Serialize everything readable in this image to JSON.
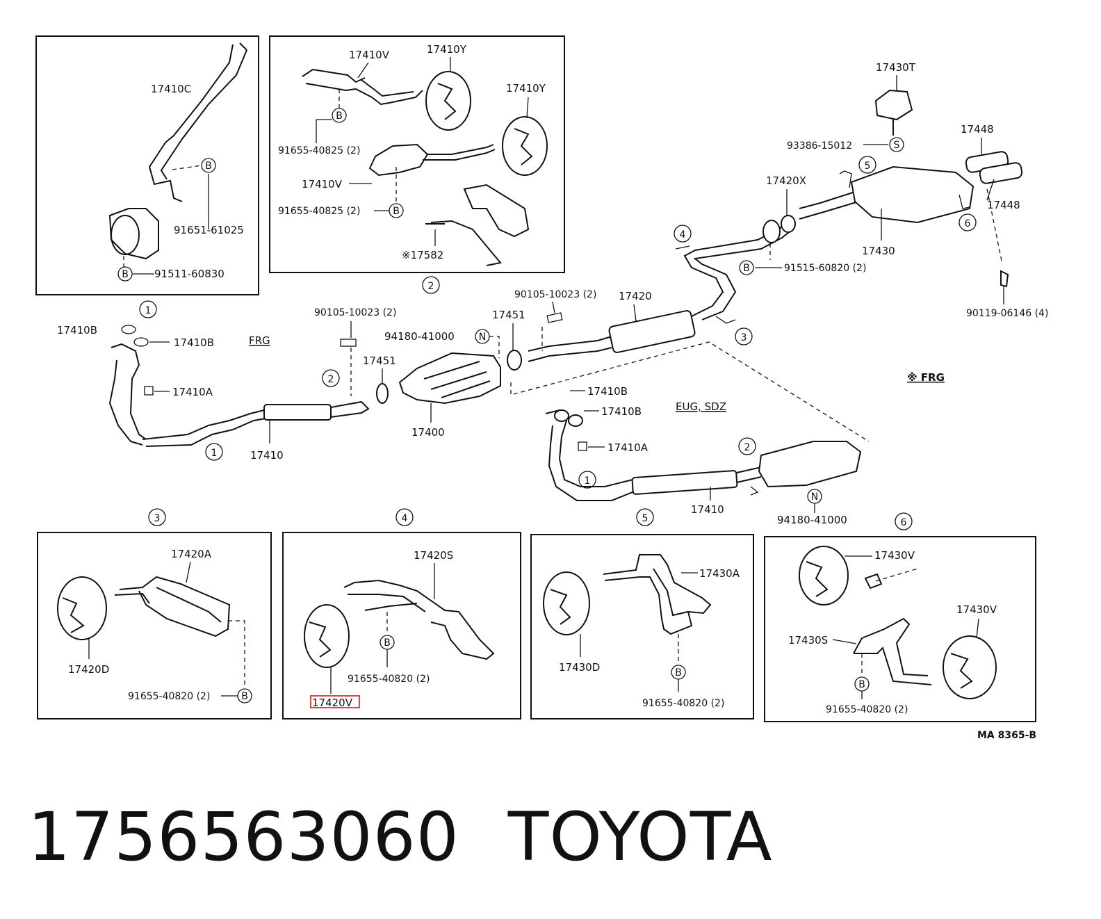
{
  "boxes": {
    "b1": {
      "l1": "17410C",
      "l2": "91651-61025",
      "l3": "91511-60830",
      "c1": "B",
      "c2": "B",
      "num": "1"
    },
    "b2": {
      "l1": "17410V",
      "l2": "17410Y",
      "l3": "17410Y",
      "l4": "91655-40825 (2)",
      "l5": "17410V",
      "l6": "91655-40825 (2)",
      "l7": "※17582",
      "c1": "B",
      "c2": "B",
      "num": "2"
    },
    "b3": {
      "l1": "17420A",
      "l2": "17420D",
      "l3": "91655-40820 (2)",
      "c1": "B",
      "num": "3"
    },
    "b4": {
      "l1": "17420S",
      "l2": "91655-40820 (2)",
      "l3": "17420V",
      "c1": "B",
      "num": "4"
    },
    "b5": {
      "l1": "17430A",
      "l2": "17430D",
      "l3": "91655-40820 (2)",
      "c1": "B",
      "num": "5"
    },
    "b6": {
      "l1": "17430V",
      "l2": "17430V",
      "l3": "17430S",
      "l4": "91655-40820 (2)",
      "c1": "B",
      "num": "6"
    }
  },
  "main": {
    "a1": "17410B",
    "a2": "17410B",
    "a3": "17410A",
    "a4": "FRG",
    "a5": "17410",
    "a6": "90105-10023 (2)",
    "a7": "17451",
    "a8": "94180-41000",
    "a9": "17400",
    "a10": "17451",
    "a11": "90105-10023 (2)",
    "a12": "17420",
    "a13": "17430T",
    "a14": "93386-15012",
    "a15": "17448",
    "a16": "17448",
    "a17": "17420X",
    "a18": "17430",
    "a19": "91515-60820 (2)",
    "a20": "90119-06146 (4)",
    "a21": "※ FRG",
    "a22": "17410B",
    "a23": "17410B",
    "a24": "17410A",
    "a25": "EUG, SDZ",
    "a26": "17410",
    "a27": "94180-41000",
    "n1": "1",
    "n2": "2",
    "n3": "1",
    "n4": "2",
    "n5": "4",
    "n6": "5",
    "n7": "6",
    "n8": "3",
    "n9": "1",
    "n10": "2",
    "cN1": "N",
    "cN2": "N",
    "cS": "S",
    "cB": "B"
  },
  "ref_code": "MA 8365-B",
  "footer": {
    "part_number": "1756563060",
    "brand": "TOYOTA"
  },
  "colors": {
    "highlight": "#e0302a",
    "ink": "#111111"
  }
}
